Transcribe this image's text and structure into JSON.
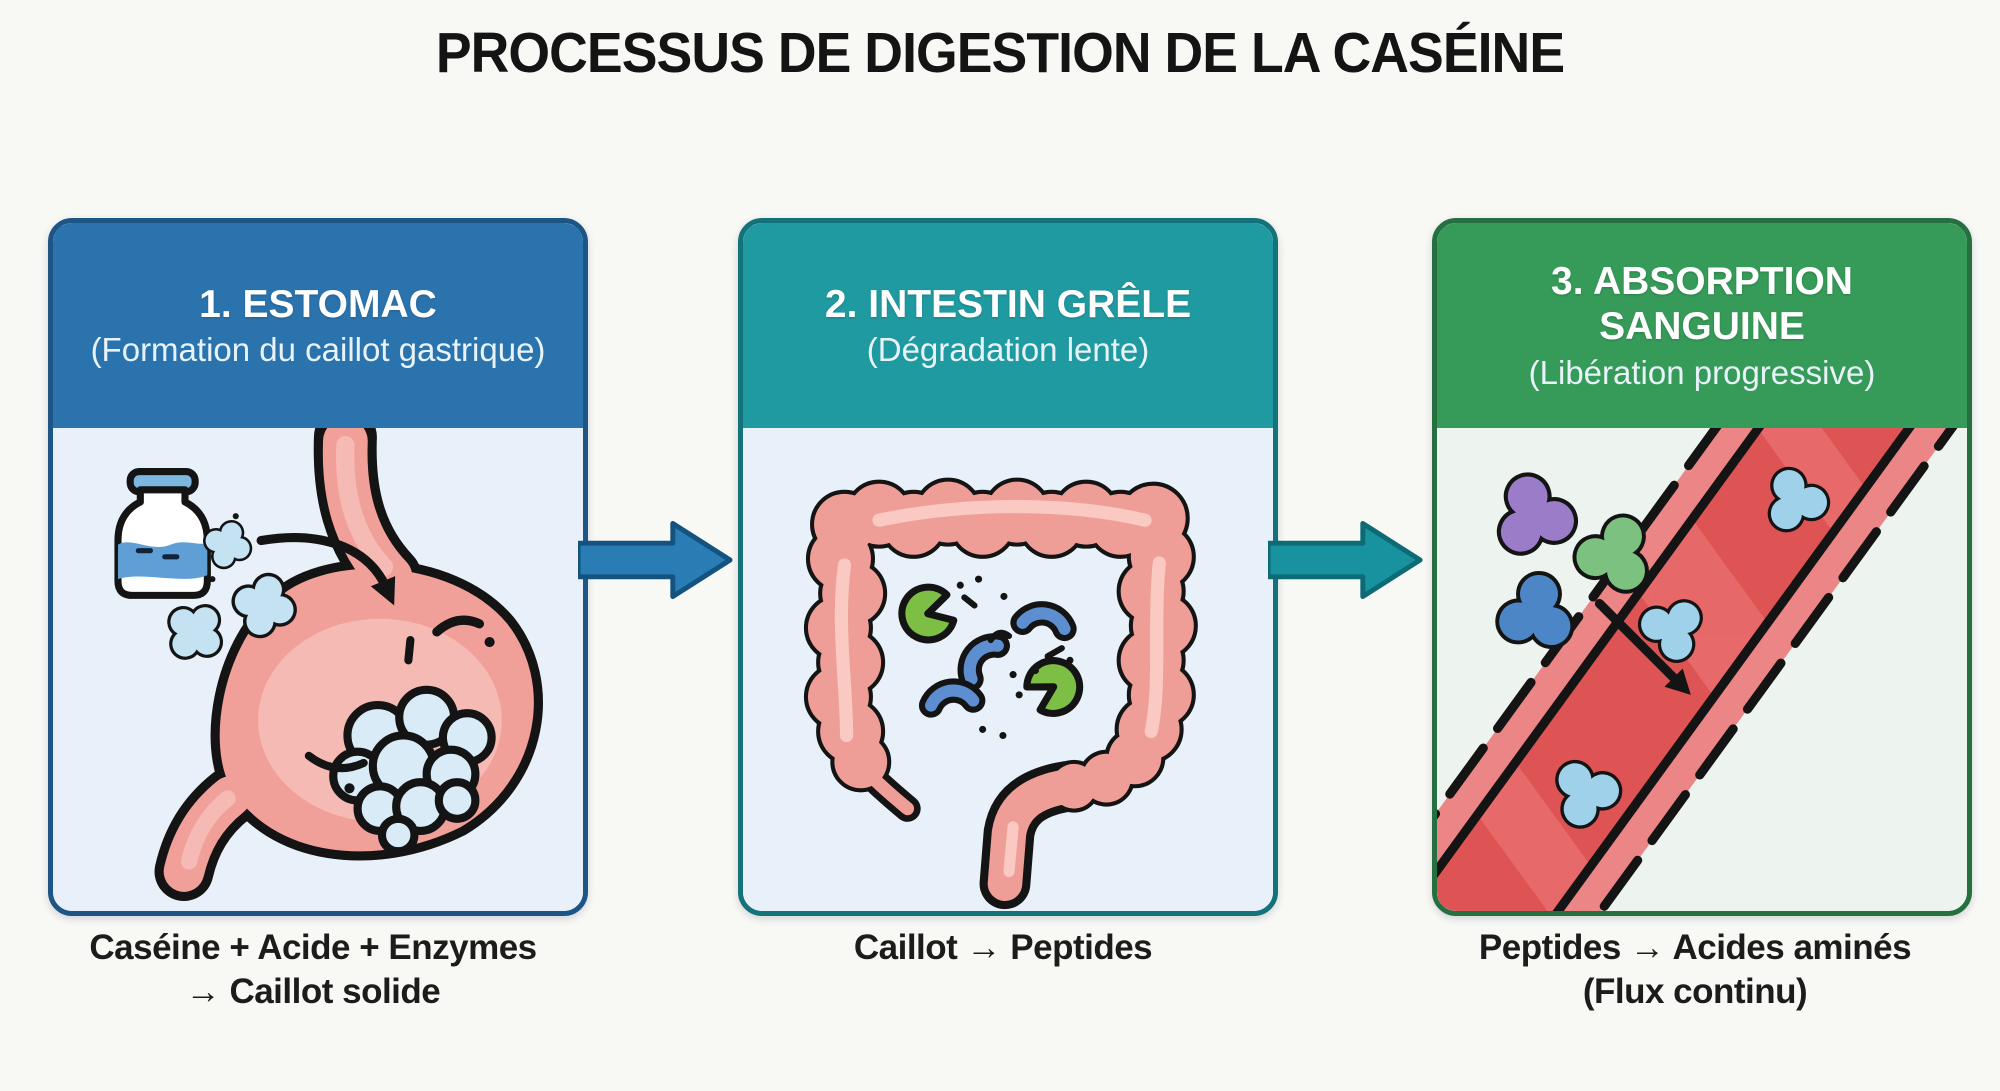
{
  "title": "PROCESSUS DE DIGESTION DE LA CASÉINE",
  "background_color": "#f8f8f5",
  "text_color": "#141414",
  "panels": [
    {
      "header": "1. ESTOMAC",
      "subheader": "(Formation du caillot gastrique)",
      "header_bg": "#2b73ad",
      "border_color": "#1c5586",
      "body_bg": "#e8f1f9",
      "caption_line1": "Caséine + Acide + Enzymes",
      "caption_line2": "→ Caillot solide",
      "illustration": "milk-bottle-casein-molecules-stomach-clot"
    },
    {
      "header": "2. INTESTIN GRÊLE",
      "subheader": "(Dégradation lente)",
      "header_bg": "#1f9aa0",
      "border_color": "#14727a",
      "body_bg": "#e8f1f9",
      "caption_line1": "Caillot → Peptides",
      "caption_line2": "",
      "illustration": "intestine-enzymes-peptides"
    },
    {
      "header": "3. ABSORPTION SANGUINE",
      "subheader": "(Libération progressive)",
      "header_bg": "#369a58",
      "border_color": "#256f40",
      "body_bg": "#edf4ef",
      "caption_line1": "Peptides → Acides aminés",
      "caption_line2": "(Flux continu)",
      "illustration": "amino-acids-into-blood-vessel"
    }
  ],
  "flow_arrows": [
    {
      "from": "estomac",
      "to": "intestin-grele",
      "fill": "#2a7cb5",
      "outline": "#14527f"
    },
    {
      "from": "intestin-grele",
      "to": "absorption-sanguine",
      "fill": "#18929e",
      "outline": "#0d6b75"
    }
  ]
}
